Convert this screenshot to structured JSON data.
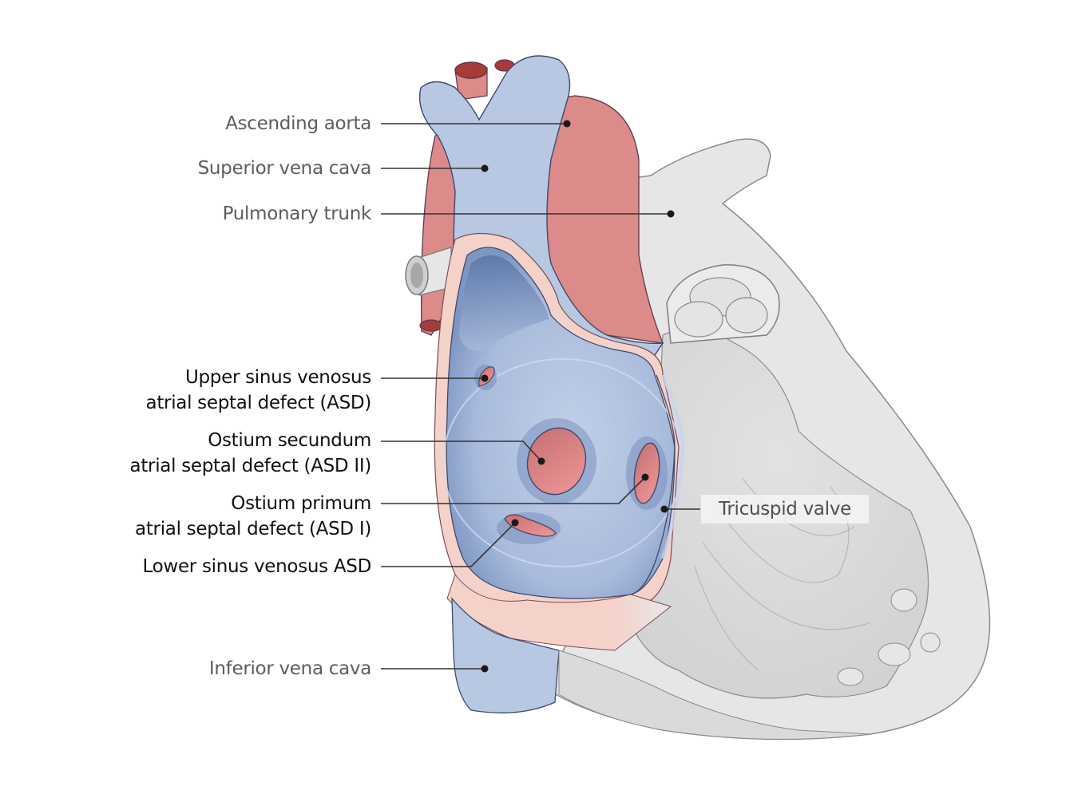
{
  "figure": {
    "subject": "Heart with atrial septal defects (anterior view, right atrium opened)",
    "colors": {
      "vein_blue": "#b8c8e2",
      "atrium_blue": "#8fa6cc",
      "artery_red": "#dc8a8a",
      "defect_red": "#d87c7c",
      "tissue_pink": "#f4d2ca",
      "heart_gray": "#e4e4e4",
      "outline": "#3d4a6b",
      "label_gray": "#5d5d60",
      "label_dark": "#111111"
    }
  },
  "labels": {
    "ascending_aorta": "Ascending aorta",
    "superior_vena_cava": "Superior vena cava",
    "pulmonary_trunk": "Pulmonary trunk",
    "upper_sinus_venosus": [
      "Upper sinus venosus",
      "atrial septal defect (ASD)"
    ],
    "ostium_secundum": [
      "Ostium secundum",
      "atrial septal defect (ASD II)"
    ],
    "ostium_primum": [
      "Ostium primum",
      "atrial septal defect (ASD I)"
    ],
    "lower_sinus_venosus": "Lower sinus venosus ASD",
    "tricuspid_valve": "Tricuspid valve",
    "inferior_vena_cava": "Inferior vena cava"
  }
}
